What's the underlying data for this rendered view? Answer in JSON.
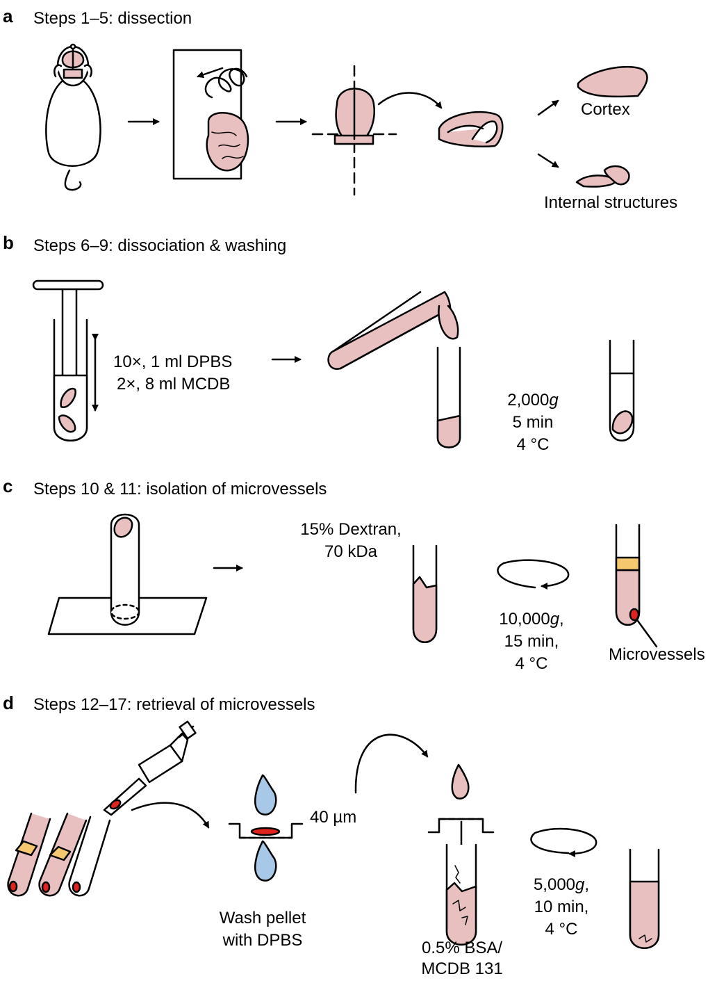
{
  "panels": {
    "a": {
      "letter": "a",
      "title": "Steps 1–5: dissection",
      "cortex": "Cortex",
      "internal": "Internal structures"
    },
    "b": {
      "letter": "b",
      "title": "Steps 6–9: dissociation & washing",
      "wash1": "10×, 1 ml DPBS",
      "wash2": "2×, 8 ml MCDB",
      "spin_g": "2,000",
      "spin_time": "5 min",
      "spin_temp": "4 °C"
    },
    "c": {
      "letter": "c",
      "title": "Steps 10 & 11: isolation of microvessels",
      "dextran1": "15% Dextran,",
      "dextran2": "70 kDa",
      "spin_g": "10,000",
      "spin_time": "15 min,",
      "spin_temp": "4 °C",
      "microvessels": "Microvessels"
    },
    "d": {
      "letter": "d",
      "title": "Steps 12–17: retrieval of microvessels",
      "filter": "40 µm",
      "wash1": "Wash pellet",
      "wash2": "with DPBS",
      "bsa1": "0.5% BSA/",
      "bsa2": "MCDB 131",
      "spin_g": "5,000",
      "spin_time": "10 min,",
      "spin_temp": "4 °C"
    }
  },
  "colors": {
    "tissue": "#e8c0c0",
    "band": "#f5c870",
    "pellet": "#e0231c",
    "droplet": "#a8c8e8",
    "line": "#000000"
  }
}
